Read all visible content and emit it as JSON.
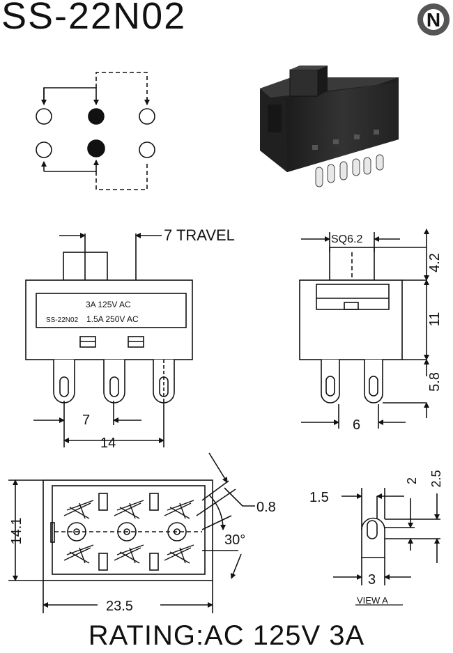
{
  "title": "SS-22N02",
  "logo_letter": "N",
  "labels": {
    "travel": "7 TRAVEL",
    "sq": "SQ6.2",
    "rating_line1": "3A 125V AC",
    "rating_line2_model": "SS-22N02",
    "rating_line2_value": "1.5A 250V AC",
    "view": "VIEW A",
    "angle": "30°"
  },
  "dimensions": {
    "front_pitch": "7",
    "front_span": "14",
    "side_height_top": "4.2",
    "side_height_mid": "11",
    "side_height_pin": "5.8",
    "side_width": "6",
    "bottom_height": "14.1",
    "bottom_width": "23.5",
    "pin_thickness": "0.8",
    "view_offset": "1.5",
    "view_2": "2",
    "view_2_5": "2.5",
    "view_3": "3"
  },
  "footer": "RATING:AC 125V 3A",
  "colors": {
    "ink": "#111111",
    "body_dark": "#2a2a2a"
  }
}
